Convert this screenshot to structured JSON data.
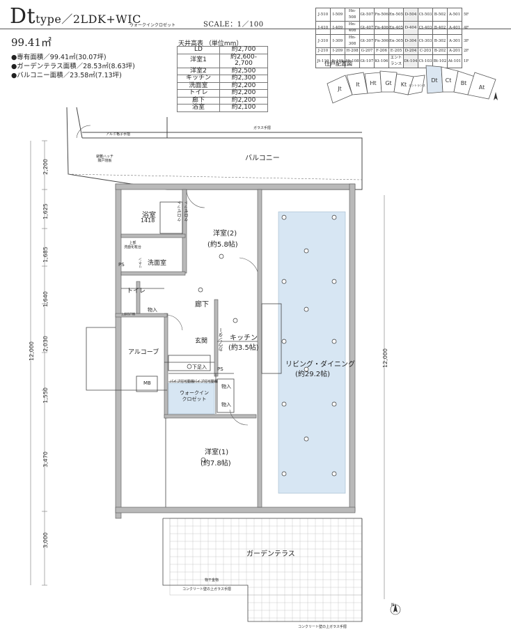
{
  "header": {
    "type_letter": "Dt",
    "type_word": "type",
    "plan": "2LDK+WIC",
    "wic_reading": "ウォークインクロゼット",
    "scale": "SCALE：1／100"
  },
  "areas": {
    "total": "99.41㎡",
    "private": "●専有面積／99.41㎡(30.07坪)",
    "garden": "●ガーデンテラス面積／28.53㎡(8.63坪)",
    "balcony": "●バルコニー面積／23.58㎡(7.13坪)"
  },
  "ceiling": {
    "title": "天井高表 （単位mm）",
    "rows": [
      {
        "room": "LD",
        "height": "約2,700"
      },
      {
        "room": "洋室1",
        "height": "約2,600-2,700"
      },
      {
        "room": "洋室2",
        "height": "約2,500"
      },
      {
        "room": "キッチン",
        "height": "約2,300"
      },
      {
        "room": "洗面室",
        "height": "約2,200"
      },
      {
        "room": "トイレ",
        "height": "約2,200"
      },
      {
        "room": "廊下",
        "height": "約2,200"
      },
      {
        "room": "浴室",
        "height": "約2,100"
      }
    ]
  },
  "unit_table": {
    "rows": [
      {
        "cells": [
          "J-510",
          "I-509",
          "Hn-508",
          "Gt-507",
          "Fn-506",
          "En-505",
          "D-504",
          "Ct-503",
          "B-502",
          "A-501"
        ],
        "floor": "5F"
      },
      {
        "cells": [
          "J-410",
          "I-409",
          "Hn-408",
          "Gt-407",
          "Fn-406",
          "En-405",
          "D-404",
          "Ct-403",
          "B-402",
          "A-401"
        ],
        "floor": "4F"
      },
      {
        "cells": [
          "J-310",
          "I-309",
          "Hn-308",
          "Gt-307",
          "Fn-306",
          "En-305",
          "D-304",
          "Ct-303",
          "B-302",
          "A-301"
        ],
        "floor": "3F"
      },
      {
        "cells": [
          "J-210",
          "I-209",
          "H-208",
          "G-207",
          "F-206",
          "E-205",
          "D-204",
          "C-203",
          "B-202",
          "A-201"
        ],
        "floor": "2F"
      },
      {
        "cells": [
          "Jt-110",
          "It-109",
          "Ht-108",
          "Gt-107",
          "Kt-106",
          "エントランス",
          "Dt-104",
          "Ct-103",
          "Bt-102",
          "At-101"
        ],
        "floor": "1F"
      }
    ]
  },
  "site_plan": {
    "label": "住戸配置図",
    "units": [
      "Jt",
      "It",
      "Ht",
      "Gt",
      "Kt",
      "エントランス",
      "Dt",
      "Ct",
      "Bt",
      "At"
    ]
  },
  "rooms": {
    "balcony": "バルコニー",
    "bath": "浴室",
    "bath_size": "1418",
    "western2": "洋室(2)",
    "western2_size": "(約5.8帖)",
    "closet1": "クロゼット",
    "closet2": "クロゼット",
    "washroom": "洗面室",
    "ps1": "PS",
    "ps2": "PS",
    "toilet": "トイレ",
    "storage1": "物入",
    "corridor": "廊下",
    "kitchen": "キッチン",
    "kitchen_size": "(約3.5帖)",
    "living": "リビング・ダイニング",
    "living_size": "(約29.2帖)",
    "alcove": "アルコーブ",
    "mb": "MB",
    "entrance": "玄関",
    "shoe_cabinet": "下足入",
    "counter": "カウンター",
    "pipe_rack1": "パイプ付可動棚",
    "pipe_rack2": "パイプ付可動棚",
    "storage2": "物入",
    "storage3": "物入",
    "wic": "ウォークイン\nクロゼット",
    "western1": "洋室(1)",
    "western1_size": "(約7.8帖)",
    "garden_terrace": "ガーデンテラス"
  },
  "labels": {
    "aluminum_rail": "アルミ格子手摺",
    "glass_rail_top": "ガラス手摺",
    "emergency_ladder": "避難ハッチ\n隣戸境板",
    "glass_rail_bottom": "コンクリート壁の上ガラス手摺",
    "object_fence": "物干金物",
    "glass_rail_left": "コンクリート壁の上ガラス手摺",
    "dresser": "上部\n洗面化粧台",
    "drum": "リネン",
    "toilet_cab": "上部吊戸棚",
    "north": "N"
  },
  "dimensions": {
    "left": [
      "2,200",
      "1,625",
      "1,685",
      "1,640",
      "2,030",
      "1,550",
      "3,470",
      "3,000"
    ],
    "left_total": "12,000",
    "right_total": "12,000"
  }
}
